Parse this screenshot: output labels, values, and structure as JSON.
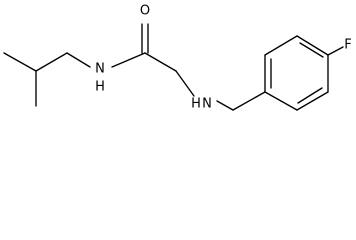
{
  "molecule": {
    "atoms": {
      "oxygen": "O",
      "amide_nitrogen_n": "N",
      "amide_nitrogen_h": "H",
      "amine_h": "H",
      "amine_n": "N",
      "fluorine": "F"
    },
    "colors": {
      "bond": "#000000",
      "label": "#000000",
      "background": "#ffffff"
    }
  }
}
